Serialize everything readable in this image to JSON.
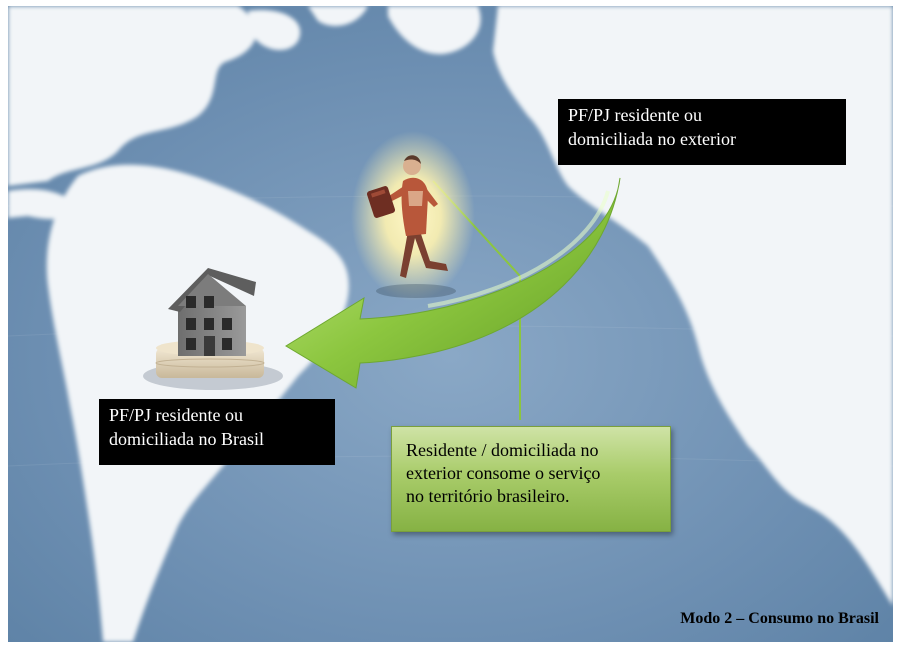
{
  "foreign_party": {
    "line1": "PF/PJ residente ou",
    "line2": "domiciliada  no exterior"
  },
  "brazil_party": {
    "line1": "PF/PJ residente ou",
    "line2": "domiciliada  no Brasil"
  },
  "callout": {
    "line1": "Residente / domiciliada no",
    "line2": "exterior consome o serviço",
    "line3": "no território brasileiro."
  },
  "mode_title": "Modo 2 – Consumo no Brasil",
  "icons": {
    "traveler": "traveler-icon",
    "house": "house-icon",
    "arrow": "curved-arrow-icon",
    "map": "world-map"
  },
  "colors": {
    "ocean": "#5f84a8",
    "land": "#f2f5f8",
    "arrow_green": "#8cc63f",
    "callout_green": "#a9cc6a",
    "label_bg": "#000000",
    "label_text": "#ffffff"
  }
}
